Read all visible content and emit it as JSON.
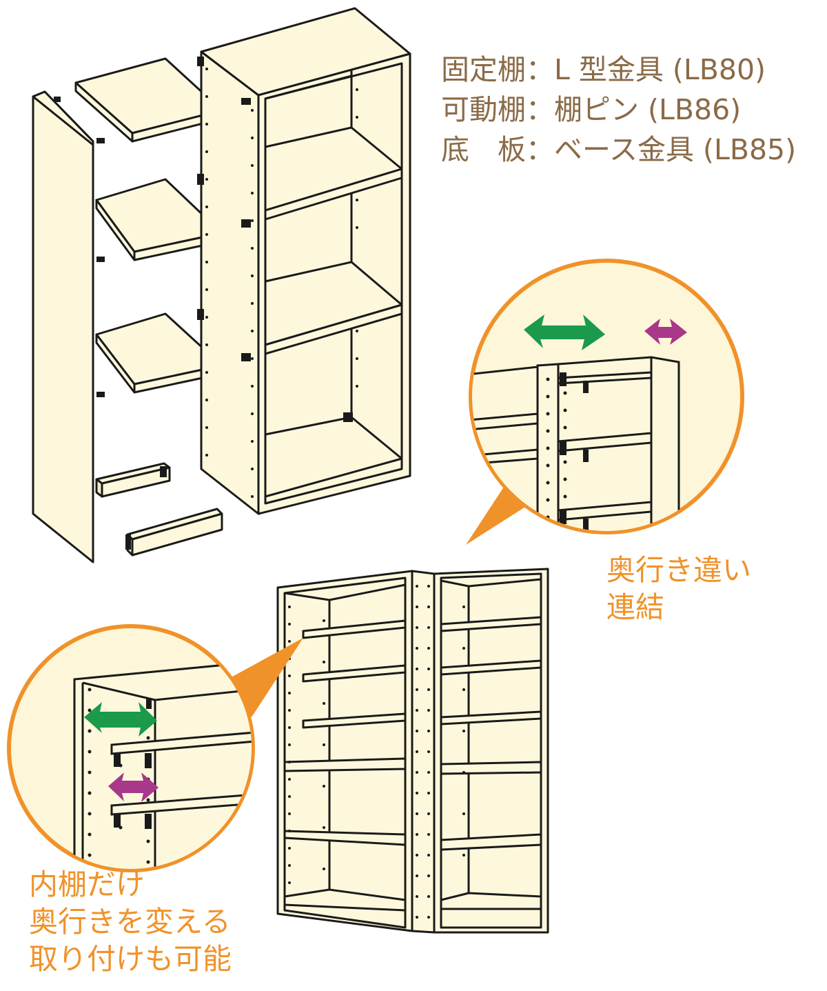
{
  "legend": {
    "rows": [
      {
        "term": "固定棚",
        "sep": "：",
        "desc": "L 型金具 (LB80)"
      },
      {
        "term": "可動棚",
        "sep": "：",
        "desc": "棚ピン (LB86)"
      },
      {
        "term": "底　板",
        "sep": "：",
        "desc": "ベース金具 (LB85)"
      }
    ]
  },
  "callout_depth_connect": {
    "lines": [
      "奥行き違い",
      "連結"
    ]
  },
  "callout_inner_shelf": {
    "lines": [
      "内棚だけ",
      "奥行きを変える",
      "取り付けも可能"
    ]
  },
  "colors": {
    "panel": "#fdf8dc",
    "outline": "#1a1a1a",
    "accent_orange": "#f0922a",
    "arrow_green": "#1a9a4a",
    "arrow_purple": "#a8388a",
    "legend_text": "#8a6a47",
    "callout_bg": "#fdf6d8"
  }
}
